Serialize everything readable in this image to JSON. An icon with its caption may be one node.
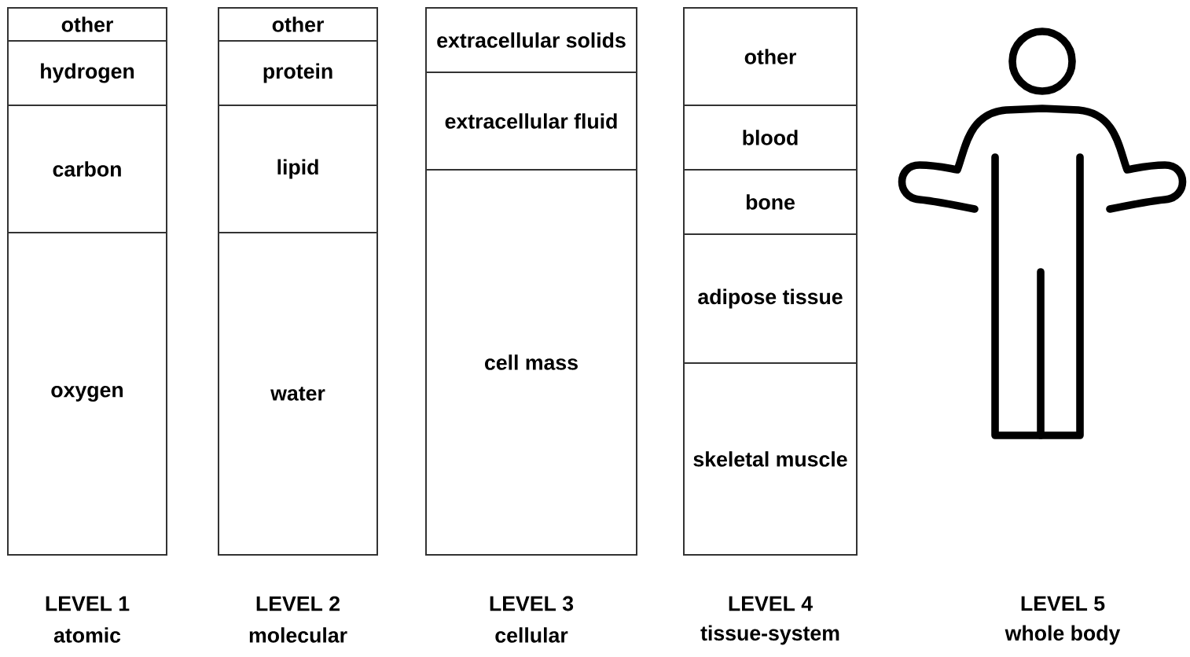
{
  "diagram": {
    "nodes": [
      {
        "text": [],
        "shape": "box",
        "beside": [
          "LEVEL 1",
          "atomic"
        ]
      },
      {
        "text": [
          "other"
        ],
        "in": 0
      },
      {
        "text": [
          "hydrogen"
        ],
        "in": 0
      },
      {
        "text": [
          "carbon"
        ],
        "in": 0
      },
      {
        "text": [
          "oxygen"
        ],
        "in": 0
      },
      {
        "text": [],
        "shape": "box",
        "beside": [
          "LEVEL 2",
          "molecular"
        ]
      },
      {
        "text": [
          "other"
        ],
        "in": 5
      },
      {
        "text": [
          "protein"
        ],
        "in": 5
      },
      {
        "text": [
          "lipid"
        ],
        "in": 5
      },
      {
        "text": [
          "water"
        ],
        "in": 5
      },
      {
        "text": [],
        "shape": "box",
        "beside": [
          "LEVEL 3",
          "cellular"
        ]
      },
      {
        "text": [
          "extracellular solids"
        ],
        "in": 10
      },
      {
        "text": [
          "extracellular fluid"
        ],
        "in": 10
      },
      {
        "text": [
          "cell mass"
        ],
        "in": 10
      },
      {
        "text": [],
        "shape": "box",
        "beside": [
          "LEVEL 4",
          "tissue-system"
        ]
      },
      {
        "text": [
          "other"
        ],
        "in": 14
      },
      {
        "text": [
          "blood"
        ],
        "in": 14
      },
      {
        "text": [
          "bone"
        ],
        "in": 14
      },
      {
        "text": [
          "adipose tissue"
        ],
        "in": 14
      },
      {
        "text": [
          "skeletal muscle"
        ],
        "in": 14
      },
      {
        "text": [],
        "shape": "person",
        "beside": [
          "LEVEL 5",
          "whole body"
        ]
      }
    ]
  }
}
